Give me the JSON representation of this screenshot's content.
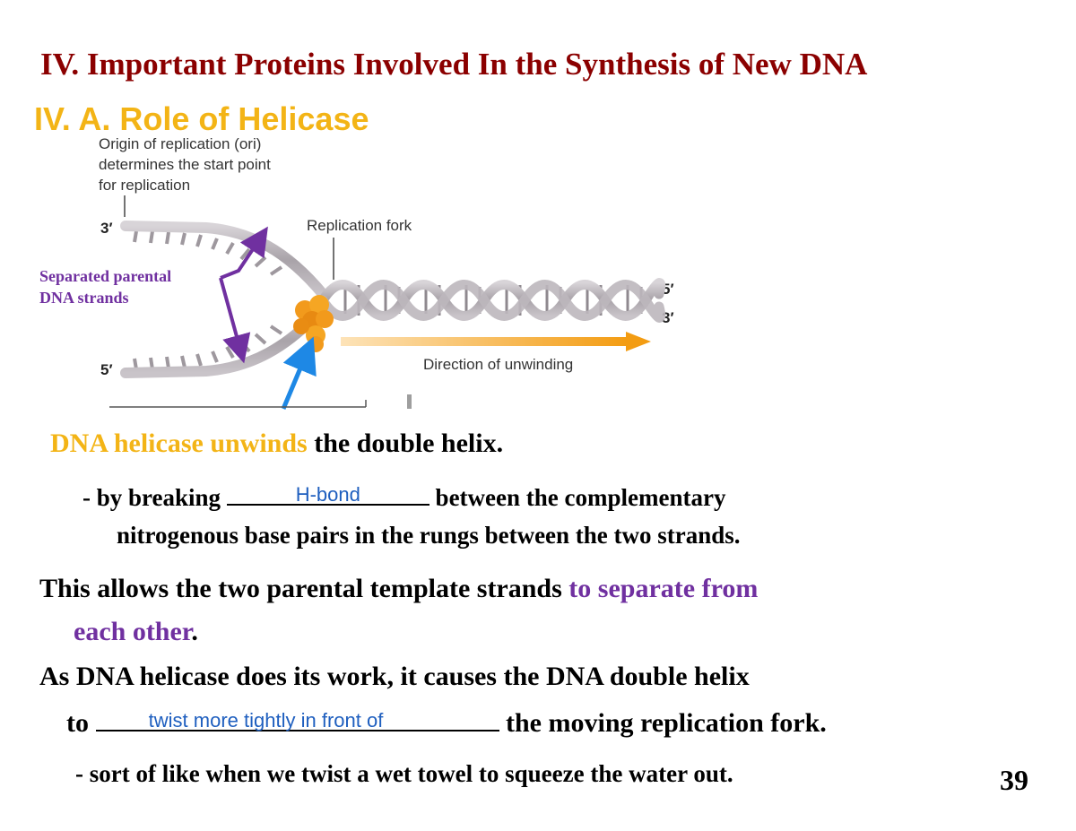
{
  "slide": {
    "title": "IV. Important Proteins Involved In the Synthesis of New DNA",
    "subtitle": "IV. A. Role of Helicase",
    "page_number": "39"
  },
  "diagram": {
    "origin_line1": "Origin of replication (ori)",
    "origin_line2": "determines the start point",
    "origin_line3": "for replication",
    "fork_label": "Replication fork",
    "direction_label": "Direction of unwinding",
    "prime_top_left": "3′",
    "prime_bottom_left": "5′",
    "prime_right_top": "5′",
    "prime_right_bottom": "3′",
    "separated_label_line1": "Separated parental",
    "separated_label_line2": "DNA strands",
    "colors": {
      "backbone": "#b3adb3",
      "helicase": "#f29a1c",
      "purple_arrow": "#7030a0",
      "blue_arrow": "#1e88e5",
      "direction_arrow": "#f39c12"
    }
  },
  "content": {
    "line1_highlight": "DNA helicase unwinds",
    "line1_rest": " the double helix.",
    "line2_prefix": "- by breaking ",
    "line2_answer": "H-bond",
    "line2_suffix": " between the complementary",
    "line3": "nitrogenous base pairs in the rungs between the two strands.",
    "line4_prefix": "This allows the two parental template strands ",
    "line4_highlight": "to separate from",
    "line5_highlight": "each other",
    "line5_suffix": ".",
    "line6": "As DNA helicase does its work, it causes the DNA double helix",
    "line7_prefix": "to ",
    "line7_answer": "twist more tightly in front of",
    "line7_suffix": " the moving replication fork.",
    "line8": "- sort of like when we twist a wet towel to squeeze the water out."
  }
}
